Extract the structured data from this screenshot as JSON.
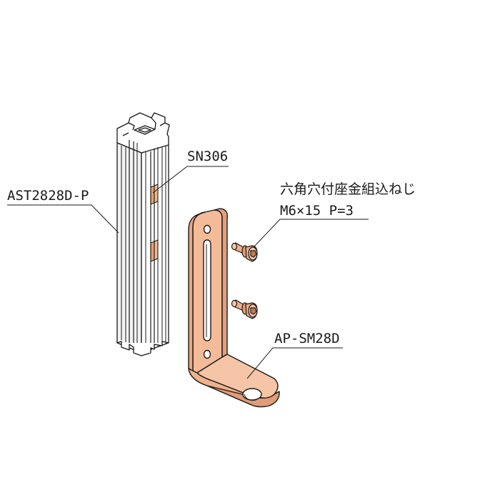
{
  "labels": {
    "profile": "AST2828D-P",
    "nut": "SN306",
    "screw_name": "六角穴付座金組込ねじ",
    "screw_spec": "M6×15 P=3",
    "bracket": "AP-SM28D"
  },
  "colors": {
    "line": "#1a1a1a",
    "bracket_fill": "#f2b08c",
    "bracket_face": "#f6c4a6",
    "bracket_dark": "#e09c78",
    "screw_fill": "#f0ad85",
    "nut_fill": "#e8a070",
    "profile_fill": "#ffffff",
    "profile_shade": "#e9e9e9"
  },
  "icons": {
    "profile": "aluminum-extrusion-profile",
    "nut": "slide-nut",
    "screw": "hex-socket-cap-screw",
    "bracket": "l-angle-bracket"
  }
}
